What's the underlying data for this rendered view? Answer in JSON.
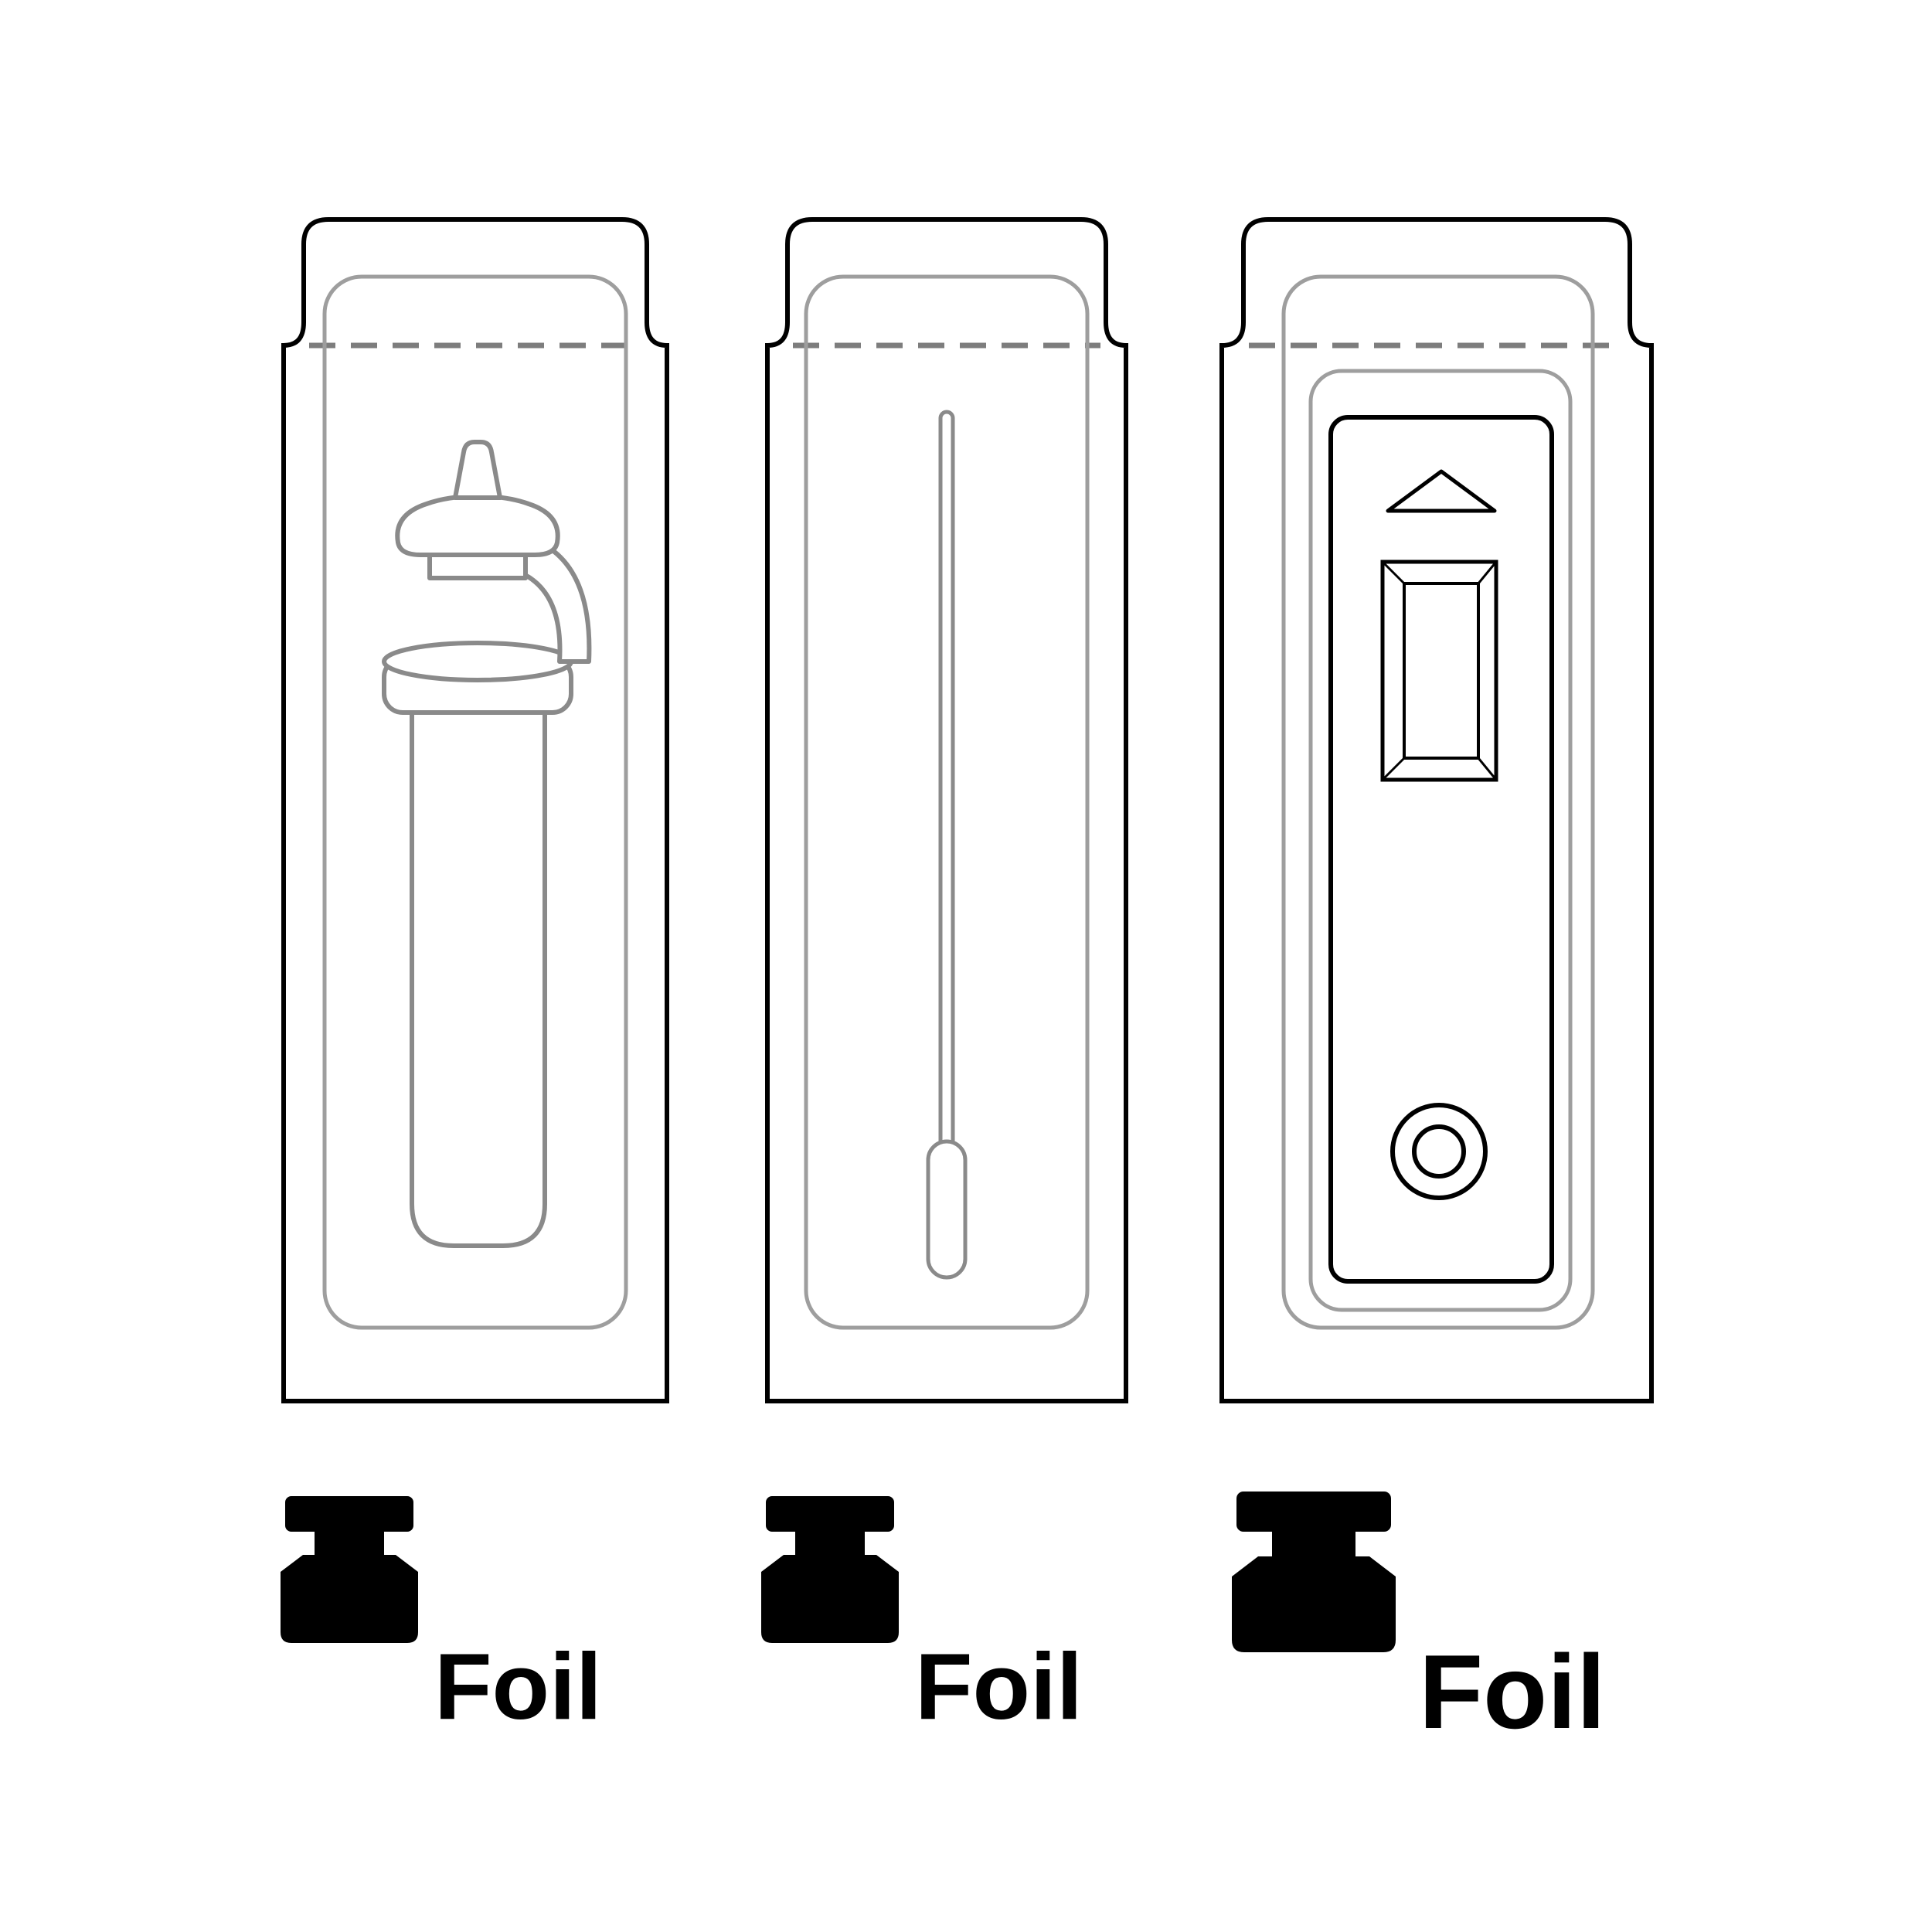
{
  "title": "Foil pouch packaging diagram",
  "background": "#ffffff",
  "colors": {
    "outline_black": "#000000",
    "content_gray": "#8a8a8a",
    "blister_gray": "#9e9e9e",
    "tear_line_gray": "#7d7d7d",
    "label_black": "#000000"
  },
  "pouches": [
    {
      "name": "buffer-tube-pouch",
      "contents_icon": "buffer-tube-with-dropper-cap-icon",
      "material_label": "Foil"
    },
    {
      "name": "swab-pouch",
      "contents_icon": "swab-icon",
      "material_label": "Foil"
    },
    {
      "name": "test-cassette-pouch",
      "contents_icon": "test-cassette-icon",
      "material_label": "Foil"
    }
  ],
  "icons": {
    "weight": "weight-icon",
    "tear_line": "tear-line-dashed"
  }
}
